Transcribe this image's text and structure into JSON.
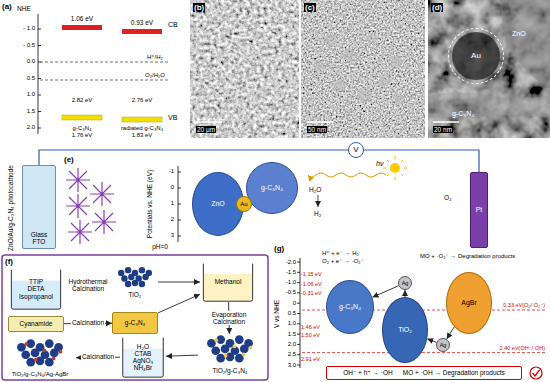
{
  "diagram": {
    "nodes": [
      {
        "text": [
          "Au"
        ]
      },
      {
        "text": [
          "Glass",
          "FTO"
        ]
      },
      {
        "text": [
          "V"
        ]
      },
      {
        "text": [
          "ZnO"
        ]
      },
      {
        "text": [
          "g-C₃N₄"
        ]
      },
      {
        "text": [
          "Au"
        ]
      },
      {
        "text": [
          "Pt"
        ]
      },
      {
        "text": [
          "TTIP",
          "DETA",
          "Isopropanol"
        ]
      },
      {
        "text": [
          "TiO₂"
        ]
      },
      {
        "text": [
          "Methanol"
        ]
      },
      {
        "text": [
          "Cyanamide"
        ]
      },
      {
        "text": [
          "g-C₃N₄"
        ]
      },
      {
        "text": [
          "TiO₂/g-C₃N₄"
        ]
      },
      {
        "text": [
          "H₂O",
          "CTAB",
          "AgNO₃",
          "NH₄Br"
        ]
      },
      {
        "text": [
          "TiO₂/g-C₃N₄/Ag-AgBr"
        ]
      },
      {
        "text": [
          "g-C₃N₄"
        ]
      },
      {
        "text": [
          "TiO₂"
        ]
      },
      {
        "text": [
          "AgBr"
        ]
      },
      {
        "text": [
          "Ag"
        ]
      },
      {
        "text": [
          "Ag"
        ]
      },
      {
        "text": [
          "OH⁻ + h⁺ → ·OH",
          "MO + ·OH → Degradation products"
        ]
      }
    ],
    "edges": [
      {
        "from": 1,
        "to": 2,
        "arrow": "none"
      },
      {
        "from": 2,
        "to": 6,
        "arrow": "none"
      },
      {
        "from": 7,
        "to": 8,
        "arrow": "to",
        "label": "Hydrothermal Calcination"
      },
      {
        "from": 8,
        "to": 9,
        "arrow": "to"
      },
      {
        "from": 10,
        "to": 11,
        "arrow": "to",
        "label": "Calcination"
      },
      {
        "from": 11,
        "to": 9,
        "arrow": "to"
      },
      {
        "from": 9,
        "to": 12,
        "arrow": "to",
        "label": "Evaporation Calcination"
      },
      {
        "from": 12,
        "to": 13,
        "arrow": "to"
      },
      {
        "from": 13,
        "to": 14,
        "arrow": "to",
        "label": "Calcination"
      },
      {
        "from": 16,
        "to": 18,
        "arrow": "to"
      },
      {
        "from": 18,
        "to": 15,
        "arrow": "to"
      },
      {
        "from": 17,
        "to": 19,
        "arrow": "to"
      },
      {
        "from": 19,
        "to": 16,
        "arrow": "to"
      }
    ],
    "labels": [
      "(a)",
      "NHE",
      "- 1.0",
      "- 0.5",
      "0.0",
      "0.5",
      "1.0",
      "1.5",
      "2.0",
      "CB",
      "1.06 eV",
      "0.93 eV",
      "H⁺/H₂",
      "O₂/H₂O",
      "2.82 eV",
      "2.76 eV",
      "VB",
      "g-C₃N₄",
      "1.76 eV",
      "radiated g-C₃N₄",
      "1.83 eV",
      "(b)",
      "20 μm",
      "(c)",
      "50 nm",
      "(d)",
      "ZnO",
      "g-C₃N₄",
      "20 nm",
      "(e)",
      "ZnO/Au/g-C₃N₄ photocathode",
      "Potentials vs. NHE (eV)",
      "pH=0",
      "-1",
      "0",
      "1",
      "2",
      "3",
      "hv",
      "H₂O",
      "H₂",
      "O₂",
      "(f)",
      "(g)",
      "V vs NHE",
      "-2.0",
      "-1.5",
      "-1.0",
      "-0.5",
      "0",
      "0.5",
      "1.0",
      "1.5",
      "2.0",
      "2.5",
      "3.0",
      "H⁺ + e⁻ → H₂",
      "O₂ + e⁻ → ·O₂⁻",
      "MO + ·O₂⁻ → Degradation products",
      "-1.15 eV",
      "-1.06 eV",
      "-0.31 eV",
      "1.46 eV",
      "1.50 eV",
      "2.91 eV",
      "0.33 eV(O₂/·O₂⁻)",
      "2.40 eV(OH⁻/·OH)"
    ]
  }
}
